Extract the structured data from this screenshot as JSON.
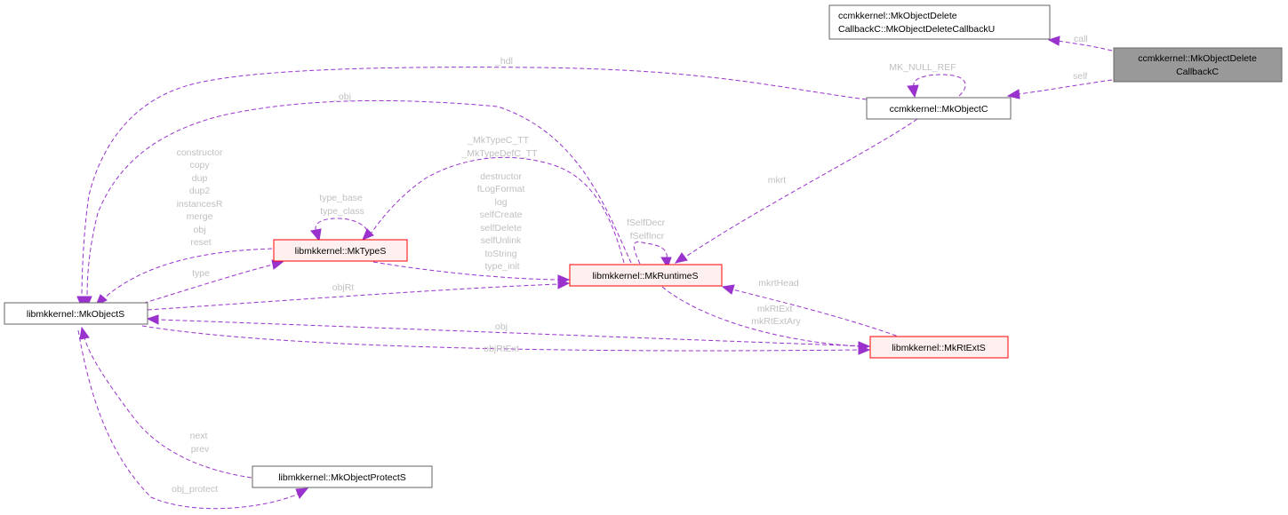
{
  "diagram": {
    "type": "collaboration-graph",
    "colors": {
      "edge": "#9a32cd",
      "edge_label": "#bfbfbf",
      "focus_node_fill": "#999999",
      "focus_node_border": "#666666",
      "plain_node_fill": "#ffffff",
      "plain_node_border": "#666666",
      "truncated_node_fill": "#fff0f0",
      "truncated_node_border": "#ff0000"
    },
    "nodes": {
      "callbackU": {
        "lines": [
          "ccmkkernel::MkObjectDelete",
          "CallbackC::MkObjectDeleteCallbackU"
        ],
        "style": "plain"
      },
      "callbackC": {
        "lines": [
          "ccmkkernel::MkObjectDelete",
          "CallbackC"
        ],
        "style": "focus"
      },
      "objectC": {
        "lines": [
          "ccmkkernel::MkObjectC"
        ],
        "style": "plain"
      },
      "objectS": {
        "lines": [
          "libmkkernel::MkObjectS"
        ],
        "style": "plain"
      },
      "typeS": {
        "lines": [
          "libmkkernel::MkTypeS"
        ],
        "style": "truncated"
      },
      "runtimeS": {
        "lines": [
          "libmkkernel::MkRuntimeS"
        ],
        "style": "truncated"
      },
      "rtExtS": {
        "lines": [
          "libmkkernel::MkRtExtS"
        ],
        "style": "truncated"
      },
      "protectS": {
        "lines": [
          "libmkkernel::MkObjectProtectS"
        ],
        "style": "plain"
      }
    },
    "edges": [
      {
        "from": "callbackC",
        "to": "callbackU",
        "labels": [
          "call"
        ]
      },
      {
        "from": "callbackC",
        "to": "objectC",
        "labels": [
          "self"
        ]
      },
      {
        "from": "objectC",
        "to": "objectC",
        "labels": [
          "MK_NULL_REF"
        ]
      },
      {
        "from": "objectC",
        "to": "objectS",
        "labels": [
          "_hdl"
        ]
      },
      {
        "from": "objectC",
        "to": "runtimeS",
        "labels": [
          "mkrt"
        ]
      },
      {
        "from": "runtimeS",
        "to": "objectS",
        "labels": [
          "_obj"
        ]
      },
      {
        "from": "typeS",
        "to": "objectS",
        "labels": [
          "constructor",
          "copy",
          "dup",
          "dup2",
          "instancesR",
          "merge",
          "obj",
          "reset"
        ]
      },
      {
        "from": "typeS",
        "to": "typeS",
        "labels": [
          "type_base",
          "type_class"
        ]
      },
      {
        "from": "runtimeS",
        "to": "typeS",
        "labels": [
          "_MkTypeC_TT",
          "_MkTypeDefC_TT"
        ]
      },
      {
        "from": "typeS",
        "to": "runtimeS",
        "labels": [
          "destructor",
          "fLogFormat",
          "log",
          "selfCreate",
          "selfDelete",
          "selfUnlink",
          "toString",
          "type_init"
        ]
      },
      {
        "from": "runtimeS",
        "to": "runtimeS",
        "labels": [
          "fSelfDecr",
          "fSelfIncr"
        ]
      },
      {
        "from": "objectS",
        "to": "typeS",
        "labels": [
          "type"
        ]
      },
      {
        "from": "objectS",
        "to": "runtimeS",
        "labels": [
          "objRt"
        ]
      },
      {
        "from": "rtExtS",
        "to": "runtimeS",
        "labels": [
          "mkrtHead"
        ]
      },
      {
        "from": "runtimeS",
        "to": "rtExtS",
        "labels": [
          "mkRtExt",
          "mkRtExtAry"
        ]
      },
      {
        "from": "rtExtS",
        "to": "objectS",
        "labels": [
          "obj"
        ]
      },
      {
        "from": "objectS",
        "to": "rtExtS",
        "labels": [
          "objRtExt"
        ]
      },
      {
        "from": "protectS",
        "to": "objectS",
        "labels": [
          "next",
          "prev"
        ]
      },
      {
        "from": "objectS",
        "to": "protectS",
        "labels": [
          "obj_protect"
        ]
      }
    ]
  }
}
